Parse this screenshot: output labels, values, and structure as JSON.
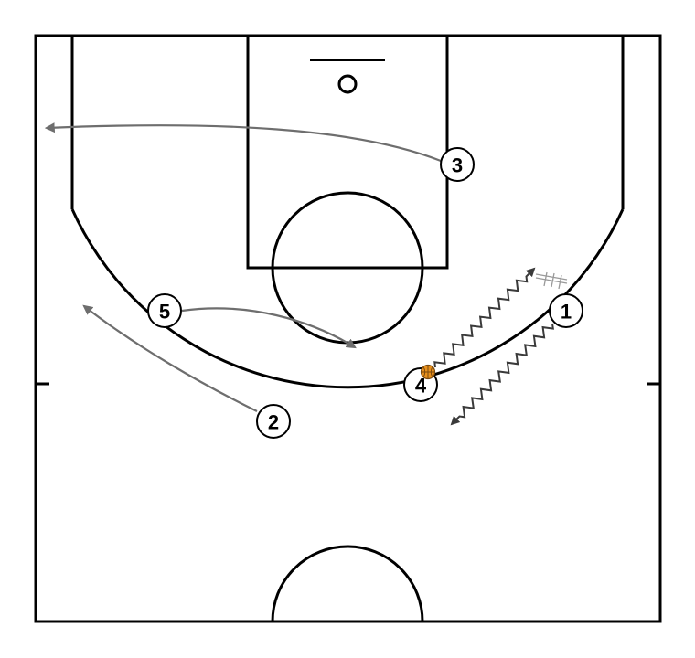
{
  "diagram": {
    "type": "basketball-half-court-play",
    "colors": {
      "court_lines": "#000000",
      "movement": "#6e6e6e",
      "dribble": "#3a3a3a",
      "player_fill": "#ffffff",
      "ball": "#e8901c"
    },
    "players": [
      {
        "id": "p1",
        "label": "1",
        "role": "player"
      },
      {
        "id": "p2",
        "label": "2",
        "role": "player"
      },
      {
        "id": "p3",
        "label": "3",
        "role": "player"
      },
      {
        "id": "p4",
        "label": "4",
        "role": "player with ball"
      },
      {
        "id": "p5",
        "label": "5",
        "role": "player"
      }
    ],
    "actions": [
      {
        "id": "a-3",
        "player": "3",
        "kind": "cut"
      },
      {
        "id": "a-5",
        "player": "5",
        "kind": "cut"
      },
      {
        "id": "a-2",
        "player": "2",
        "kind": "cut"
      },
      {
        "id": "a-4",
        "player": "4",
        "kind": "dribble",
        "icon": "screen-marker-icon"
      },
      {
        "id": "a-1",
        "player": "1",
        "kind": "dribble"
      }
    ],
    "ball": {
      "holder": "4",
      "icon": "basketball-icon"
    }
  }
}
